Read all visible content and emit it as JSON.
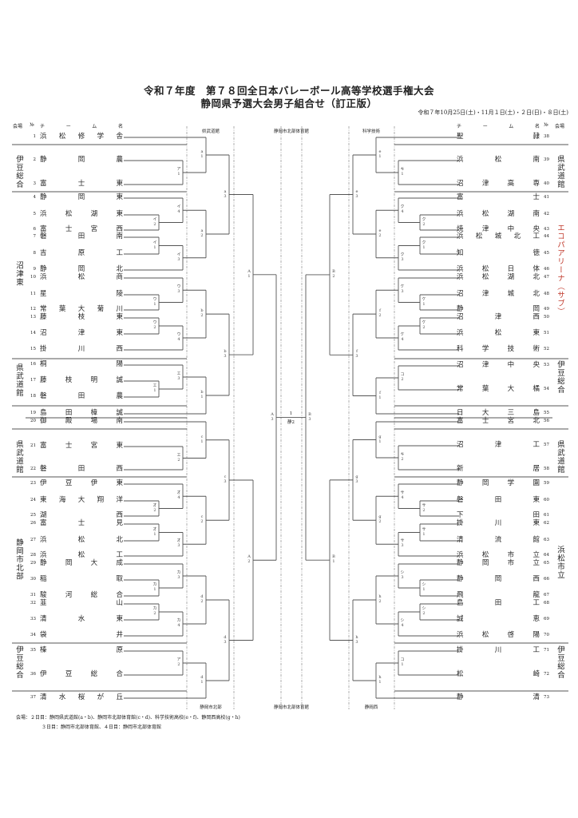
{
  "header": {
    "title_line1": "令和７年度　第７８回全日本バレーボール高等学校選手権大会",
    "title_line2": "静岡県予選大会男子組合せ（訂正版）",
    "dates": "令和７年10月25日(土)・11月１日(土)・２日(日)・８日(土)"
  },
  "columns": {
    "venue": "会場",
    "no": "№",
    "team": "チーム名"
  },
  "court_labels_top": [
    "県武道館",
    "静岡市北部体育館",
    "科学技術"
  ],
  "court_labels_bottom": [
    "静岡市北部",
    "静岡市北部体育館",
    "静岡西"
  ],
  "left_teams": [
    {
      "no": "1",
      "name": "浜松修学舎"
    },
    {
      "no": "2",
      "name": "静岡農"
    },
    {
      "no": "3",
      "name": "富士東"
    },
    {
      "no": "4",
      "name": "静岡東"
    },
    {
      "no": "5",
      "name": "浜松湖東"
    },
    {
      "no": "6",
      "name": "富士宮西"
    },
    {
      "no": "7",
      "name": "磐田南"
    },
    {
      "no": "8",
      "name": "吉原工"
    },
    {
      "no": "9",
      "name": "静岡北"
    },
    {
      "no": "10",
      "name": "浜松商"
    },
    {
      "no": "11",
      "name": "星陵"
    },
    {
      "no": "12",
      "name": "常葉大菊川"
    },
    {
      "no": "13",
      "name": "藤枝東"
    },
    {
      "no": "14",
      "name": "沼津東"
    },
    {
      "no": "15",
      "name": "掛川西"
    },
    {
      "no": "16",
      "name": "桐陽"
    },
    {
      "no": "17",
      "name": "藤枝明誠"
    },
    {
      "no": "18",
      "name": "磐田農"
    },
    {
      "no": "19",
      "name": "島田樟誠"
    },
    {
      "no": "20",
      "name": "御殿場南"
    },
    {
      "no": "21",
      "name": "富士宮東"
    },
    {
      "no": "22",
      "name": "磐田西"
    },
    {
      "no": "23",
      "name": "伊豆伊東"
    },
    {
      "no": "24",
      "name": "東海大翔洋"
    },
    {
      "no": "25",
      "name": "湖西"
    },
    {
      "no": "26",
      "name": "富士見"
    },
    {
      "no": "27",
      "name": "浜松北"
    },
    {
      "no": "28",
      "name": "浜松工"
    },
    {
      "no": "29",
      "name": "静岡大成"
    },
    {
      "no": "30",
      "name": "稲取"
    },
    {
      "no": "31",
      "name": "駿河総合"
    },
    {
      "no": "32",
      "name": "韮山"
    },
    {
      "no": "33",
      "name": "清水東"
    },
    {
      "no": "34",
      "name": "袋井"
    },
    {
      "no": "35",
      "name": "榛原"
    },
    {
      "no": "36",
      "name": "伊豆総合"
    },
    {
      "no": "37",
      "name": "清水桜が丘"
    }
  ],
  "right_teams": [
    {
      "no": "38",
      "name": "聖隷"
    },
    {
      "no": "39",
      "name": "浜松南"
    },
    {
      "no": "40",
      "name": "沼津高専"
    },
    {
      "no": "41",
      "name": "富士"
    },
    {
      "no": "42",
      "name": "浜松湖南"
    },
    {
      "no": "43",
      "name": "焼津中央"
    },
    {
      "no": "44",
      "name": "浜松城北工"
    },
    {
      "no": "45",
      "name": "知徳"
    },
    {
      "no": "46",
      "name": "浜松日体"
    },
    {
      "no": "47",
      "name": "浜松湖北"
    },
    {
      "no": "48",
      "name": "沼津城北"
    },
    {
      "no": "49",
      "name": "静岡"
    },
    {
      "no": "50",
      "name": "沼津西"
    },
    {
      "no": "51",
      "name": "浜松東"
    },
    {
      "no": "52",
      "name": "科学技術"
    },
    {
      "no": "53",
      "name": "沼津中央"
    },
    {
      "no": "54",
      "name": "常葉大橘"
    },
    {
      "no": "55",
      "name": "日大三島"
    },
    {
      "no": "56",
      "name": "富士宮北"
    },
    {
      "no": "57",
      "name": "沼津工"
    },
    {
      "no": "58",
      "name": "新居"
    },
    {
      "no": "59",
      "name": "静岡学園"
    },
    {
      "no": "60",
      "name": "磐田東"
    },
    {
      "no": "61",
      "name": "下田"
    },
    {
      "no": "62",
      "name": "掛川東"
    },
    {
      "no": "63",
      "name": "清流館"
    },
    {
      "no": "64",
      "name": "浜松市立"
    },
    {
      "no": "65",
      "name": "静岡市立"
    },
    {
      "no": "66",
      "name": "静岡西"
    },
    {
      "no": "67",
      "name": "飛龍"
    },
    {
      "no": "68",
      "name": "島田工"
    },
    {
      "no": "69",
      "name": "誠恵"
    },
    {
      "no": "70",
      "name": "浜松啓陽"
    },
    {
      "no": "71",
      "name": "掛川工"
    },
    {
      "no": "72",
      "name": "松崎"
    },
    {
      "no": "73",
      "name": "静清"
    }
  ],
  "left_venues": [
    "伊豆総合",
    "沼津東",
    "県武道館",
    "県武道館",
    "静岡市北部",
    "伊豆総合"
  ],
  "right_venues": [
    "県武道館",
    "エコパアリーナ（サブ）",
    "伊豆総合",
    "県武道館",
    "浜松市立",
    "伊豆総合"
  ],
  "colors": {
    "highlight_venue": "#c0392b",
    "line": "#555555"
  },
  "match_labels": {
    "ア1": "ア1",
    "ア2": "ア2",
    "イ1": "イ1",
    "イ2": "イ2",
    "イ3": "イ3",
    "イ4": "イ4",
    "ウ1": "ウ1",
    "ウ2": "ウ2",
    "ウ3": "ウ3",
    "ウ4": "ウ4",
    "エ1": "エ1",
    "エ2": "エ2",
    "エ3": "エ3",
    "オ1": "オ1",
    "オ2": "オ2",
    "オ3": "オ3",
    "オ4": "オ4",
    "カ1": "カ1",
    "カ2": "カ2",
    "カ3": "カ3",
    "カ4": "カ4",
    "キ1": "キ1",
    "キ2": "キ2",
    "ク1": "ク1",
    "ク2": "ク2",
    "ク3": "ク3",
    "ク4": "ク4",
    "ケ1": "ケ1",
    "ケ2": "ケ2",
    "ケ3": "ケ3",
    "ケ4": "ケ4",
    "コ1": "コ1",
    "コ2": "コ2",
    "サ1": "サ1",
    "サ2": "サ2",
    "サ3": "サ3",
    "サ4": "サ4",
    "シ1": "シ1",
    "シ2": "シ2",
    "シ3": "シ3",
    "シ4": "シ4",
    "a1": "a1",
    "a2": "a2",
    "a3": "a3",
    "b1": "b1",
    "b2": "b2",
    "b3": "b3",
    "c1": "c1",
    "c2": "c2",
    "c3": "c3",
    "d1": "d1",
    "d2": "d2",
    "d3": "d3",
    "e1": "e1",
    "e2": "e2",
    "e3": "e3",
    "f1": "f1",
    "f2": "f2",
    "f3": "f3",
    "g1": "g1",
    "g2": "g2",
    "g3": "g3",
    "h1": "h1",
    "h2": "h2",
    "h3": "h3",
    "A1": "A1",
    "A2": "A2",
    "A3": "A3",
    "B1": "B1",
    "B2": "B2",
    "B3": "B3"
  },
  "final": {
    "match_no": "1",
    "label": "静2"
  },
  "footer": {
    "line1": "会場：２日目：静岡県武道館(a・b)、静岡市北部体育館(c・d)、科学技術高校(e・f)、静岡西高校(g・h)",
    "line2": "３日目：静岡市北部体育館、４日目：静岡市北部体育館"
  }
}
